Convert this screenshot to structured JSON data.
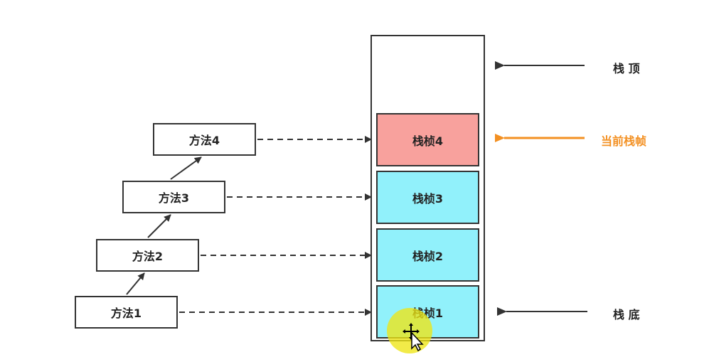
{
  "methods": [
    "方法1",
    "方法2",
    "方法3",
    "方法4"
  ],
  "frames": [
    "栈桢1",
    "栈桢2",
    "栈桢3",
    "栈桢4"
  ],
  "labels": {
    "top": "栈 顶",
    "current": "当前栈帧",
    "bottom": "栈 底"
  },
  "colors": {
    "frame_fill": "#91f1fb",
    "current_frame_fill": "#f8a19d",
    "current_label": "#f39022",
    "cursor_highlight": "#eee614"
  }
}
